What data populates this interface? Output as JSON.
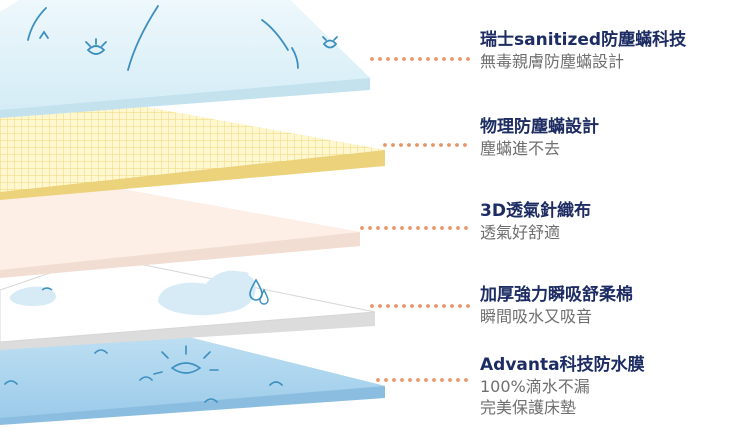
{
  "layers": [
    {
      "title": "瑞士sanitized防塵蟎科技",
      "subtitle": [
        "無毒親膚防塵蟎設計"
      ]
    },
    {
      "title": "物理防塵蟎設計",
      "subtitle": [
        "塵蟎進不去"
      ]
    },
    {
      "title": "3D透氣針織布",
      "subtitle": [
        "透氣好舒適"
      ]
    },
    {
      "title": "加厚強力瞬吸舒柔棉",
      "subtitle": [
        "瞬間吸水又吸音"
      ]
    },
    {
      "title": "Advanta科技防水膜",
      "subtitle": [
        "100%滴水不漏",
        "完美保護床墊"
      ]
    }
  ],
  "colors": {
    "connector_dot": "#e8956a",
    "title_text": "#1d2c63",
    "subtitle_text": "#6f6f6f",
    "layer_top": "#dff2f8",
    "layer_mesh": "#fff6c8",
    "mesh_line": "#f2dc7a",
    "layer_knit": "#fdeee6",
    "layer_cotton": "#ffffff",
    "layer_membrane": "#a9d2ec",
    "icon_blue": "#3d8fc0"
  }
}
